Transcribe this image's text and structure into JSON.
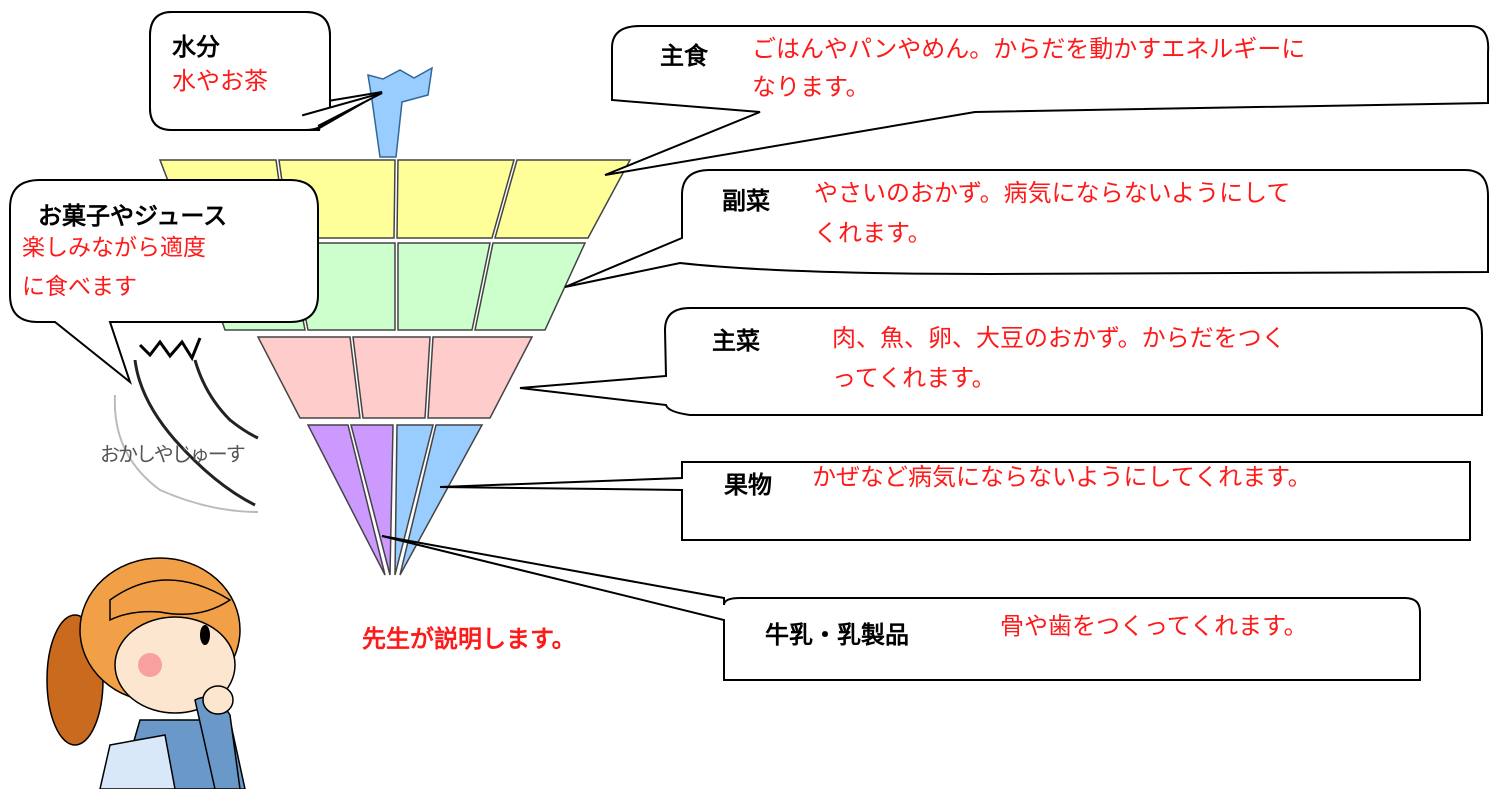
{
  "colors": {
    "text_main": "#000000",
    "text_desc": "#ff1a1a",
    "yellow": "#ffff99",
    "green": "#ccffcc",
    "pink": "#ffcccc",
    "purple": "#cc99ff",
    "blue": "#99ccff",
    "outline": "#333333"
  },
  "callouts": {
    "water": {
      "title": "水分",
      "desc": "水やお茶"
    },
    "staple": {
      "title": "主食",
      "desc_line1": "ごはんやパンやめん。からだを動かすエネルギーに",
      "desc_line2": "なります。"
    },
    "side": {
      "title": "副菜",
      "desc_line1": "やさいのおかず。病気にならないようにして",
      "desc_line2": "くれます。"
    },
    "main": {
      "title": "主菜",
      "desc_line1": "肉、魚、卵、大豆のおかず。からだをつく",
      "desc_line2": "ってくれます。"
    },
    "fruit": {
      "title": "果物",
      "desc": "かぜなど病気にならないようにしてくれます。"
    },
    "dairy": {
      "title": "牛乳・乳製品",
      "desc": "骨や歯をつくってくれます。"
    },
    "snacks": {
      "title": "お菓子やジュース",
      "desc_line1": "楽しみながら適度",
      "desc_line2": "に食べます"
    }
  },
  "rope_label": "おかしやじゅーす",
  "teacher_note": "先生が説明します。"
}
